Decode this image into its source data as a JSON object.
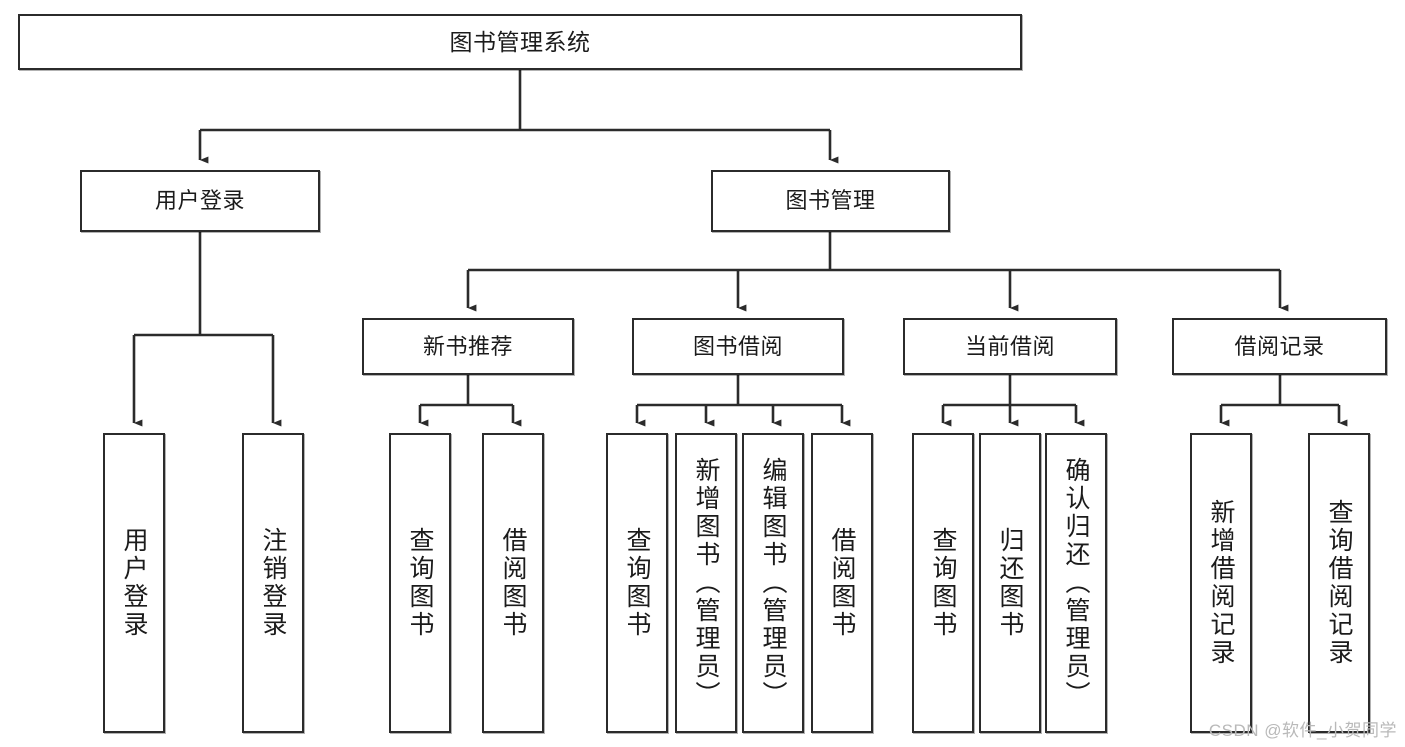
{
  "diagram": {
    "title": "图书管理系统",
    "type": "tree-hierarchy",
    "root": {
      "label": "图书管理系统"
    },
    "level2": [
      {
        "label": "用户登录"
      },
      {
        "label": "图书管理"
      }
    ],
    "level3": [
      {
        "label": "新书推荐"
      },
      {
        "label": "图书借阅"
      },
      {
        "label": "当前借阅"
      },
      {
        "label": "借阅记录"
      }
    ],
    "leaves": {
      "user_login": [
        {
          "label": "用户登录"
        },
        {
          "label": "注销登录"
        }
      ],
      "new_book_recommend": [
        {
          "label": "查询图书"
        },
        {
          "label": "借阅图书"
        }
      ],
      "book_borrow": [
        {
          "label": "查询图书"
        },
        {
          "label": "新增图书（管理员）"
        },
        {
          "label": "编辑图书（管理员）"
        },
        {
          "label": "借阅图书"
        }
      ],
      "current_borrow": [
        {
          "label": "查询图书"
        },
        {
          "label": "归还图书"
        },
        {
          "label": "确认归还（管理员）"
        }
      ],
      "borrow_records": [
        {
          "label": "新增借阅记录"
        },
        {
          "label": "查询借阅记录"
        }
      ]
    },
    "watermark": "CSDN @软件_小贺同学",
    "colors": {
      "stroke": "#2b2b2b",
      "fill": "#ffffff",
      "text": "#1b1b1b",
      "watermark": "#b9b9b9"
    }
  }
}
